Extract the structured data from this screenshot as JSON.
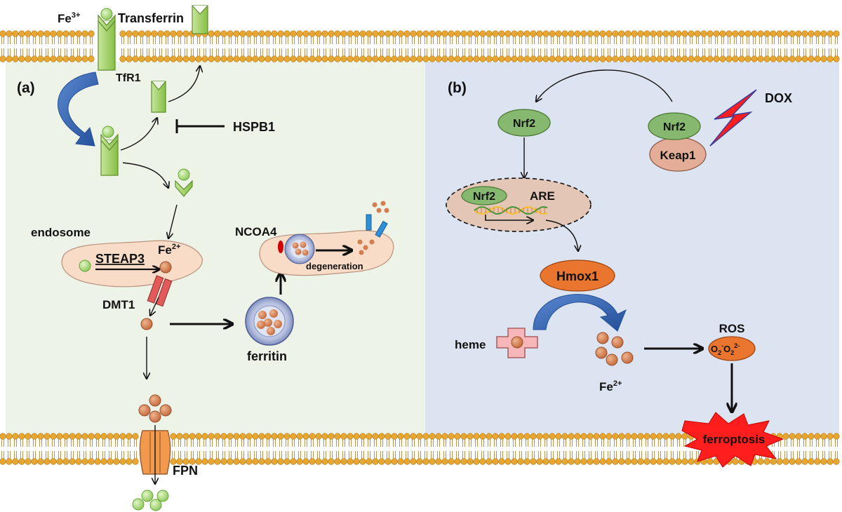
{
  "panels": {
    "a": {
      "label": "(a)"
    },
    "b": {
      "label": "(b)"
    }
  },
  "labels": {
    "fe3": "Fe",
    "fe3_sup": "3+",
    "transferrin": "Transferrin",
    "tfr1": "TfR1",
    "hspb1": "HSPB1",
    "endosome": "endosome",
    "steap3": "STEAP3",
    "fe2_endo": "Fe",
    "fe2_endo_sup": "2+",
    "dmt1": "DMT1",
    "ncoa4": "NCOA4",
    "degeneration": "degeneration",
    "ferritin": "ferritin",
    "fpn": "FPN",
    "nrf2_free": "Nrf2",
    "nrf2_bound": "Nrf2",
    "keap1": "Keap1",
    "dox": "DOX",
    "nrf2_nuc": "Nrf2",
    "are": "ARE",
    "hmox1": "Hmox1",
    "heme": "heme",
    "fe2_b": "Fe",
    "fe2_b_sup": "2+",
    "ros": "ROS",
    "o2": "O",
    "o2_sub": "2",
    "o2_sup": "-",
    "o22": "O",
    "o22_sub": "2",
    "o22_sup": "2-",
    "ferroptosis": "ferroptosis"
  },
  "colors": {
    "panel_a_bg": "#edf3e7",
    "panel_b_bg": "#dde4f1",
    "membrane": "#e7a531",
    "receptor": "#9ecf5a",
    "fe3_ion": "#b8e08a",
    "fe2_ion": "#d47e50",
    "blue_arrow": "#3f6fb8",
    "endosome_fill": "#f8dcc8",
    "nrf2_fill": "#86b870",
    "keap1_fill": "#e4ad98",
    "hmox1_fill": "#e9752f",
    "ros_fill": "#e9752f",
    "dox_bolt": "#ff1e1e",
    "ferroptosis_burst": "#ff1e1e"
  }
}
